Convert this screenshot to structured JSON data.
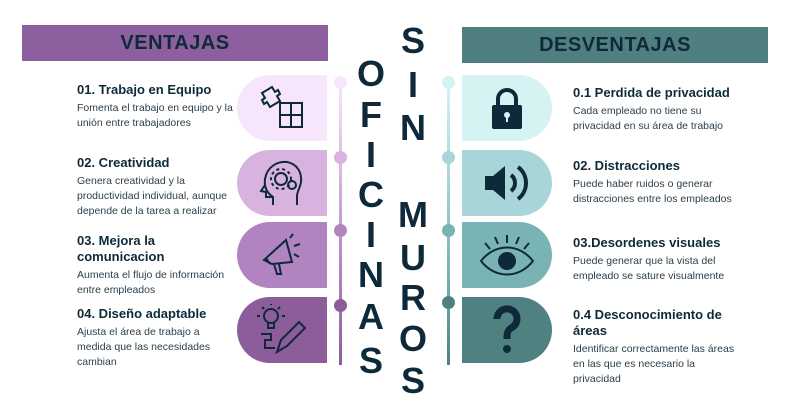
{
  "title_left": [
    "O",
    "F",
    "I",
    "C",
    "I",
    "N",
    "A",
    "S"
  ],
  "title_right": [
    "S",
    "I",
    "N",
    "M",
    "U",
    "R",
    "O",
    "S"
  ],
  "ventajas": {
    "header": "VENTAJAS",
    "color": "#8d5f9e",
    "items": [
      {
        "title": "01. Trabajo en Equipo",
        "desc": "Fomenta el trabajo en equipo y la unión entre trabajadores",
        "icon": "puzzle-icon",
        "color": "#f7e6fb"
      },
      {
        "title": "02. Creatividad",
        "desc": "Genera creatividad y la productividad individual, aunque depende de la tarea a realizar",
        "icon": "head-gear-icon",
        "color": "#d9b3df"
      },
      {
        "title": "03. Mejora la comunicacion",
        "desc": "Aumenta el flujo de información entre empleados",
        "icon": "megaphone-icon",
        "color": "#b183c1"
      },
      {
        "title": "04. Diseño adaptable",
        "desc": "Ajusta el área de trabajo a medida que las necesidades cambian",
        "icon": "idea-pencil-icon",
        "color": "#8c5c9b"
      }
    ]
  },
  "desventajas": {
    "header": "DESVENTAJAS",
    "color": "#4f7f7f",
    "items": [
      {
        "title": "0.1 Perdida de privacidad",
        "desc": "Cada empleado no tiene su privacidad en su área de trabajo",
        "icon": "lock-icon",
        "color": "#d6f3f4"
      },
      {
        "title": "02. Distracciones",
        "desc": "Puede haber ruidos o generar distracciones entre los empleados",
        "icon": "speaker-icon",
        "color": "#a8d6d8"
      },
      {
        "title": "03.Desordenes visuales",
        "desc": "Puede generar que la vista del empleado se sature visualmente",
        "icon": "eye-icon",
        "color": "#7ab3b3"
      },
      {
        "title": "0.4 Desconocimiento de áreas",
        "desc": "Identificar correctamente las áreas en las que es necesario la privacidad",
        "icon": "question-icon",
        "color": "#4f8181"
      }
    ]
  }
}
